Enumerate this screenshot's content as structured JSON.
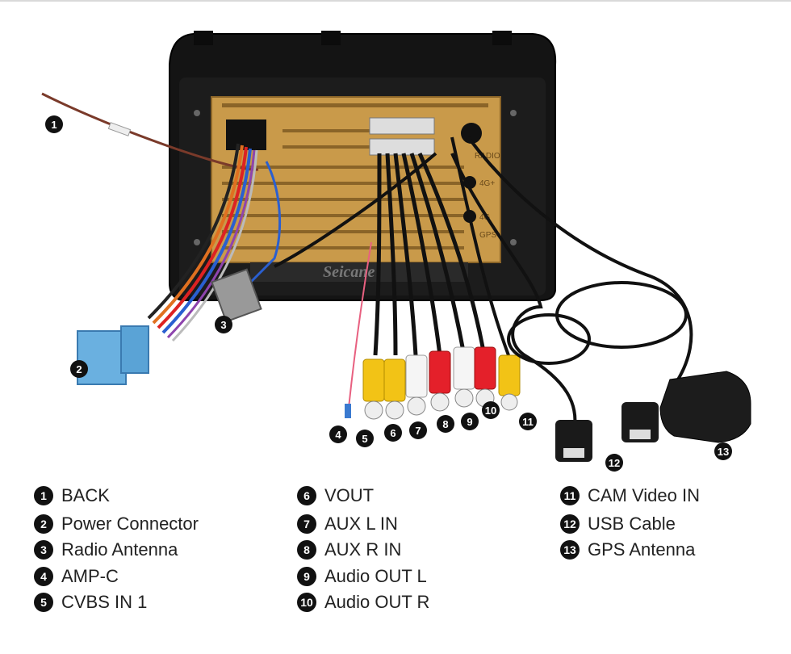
{
  "brand": "Seicane",
  "unit_labels": {
    "radio": "RADIO",
    "fourg": "4G+",
    "fourg2": "4G",
    "gps": "GPS"
  },
  "callouts": [
    "1",
    "2",
    "3",
    "4",
    "5",
    "6",
    "7",
    "8",
    "9",
    "10",
    "11",
    "12",
    "13"
  ],
  "legend": [
    {
      "num": "1",
      "label": "BACK"
    },
    {
      "num": "2",
      "label": "Power Connector"
    },
    {
      "num": "3",
      "label": "Radio Antenna"
    },
    {
      "num": "4",
      "label": "AMP-C"
    },
    {
      "num": "5",
      "label": "CVBS IN 1"
    },
    {
      "num": "6",
      "label": "VOUT"
    },
    {
      "num": "7",
      "label": "AUX L IN"
    },
    {
      "num": "8",
      "label": "AUX R IN"
    },
    {
      "num": "9",
      "label": "Audio OUT L"
    },
    {
      "num": "10",
      "label": "Audio OUT R"
    },
    {
      "num": "11",
      "label": "CAM Video IN"
    },
    {
      "num": "12",
      "label": "USB Cable"
    },
    {
      "num": "13",
      "label": "GPS Antenna"
    }
  ]
}
